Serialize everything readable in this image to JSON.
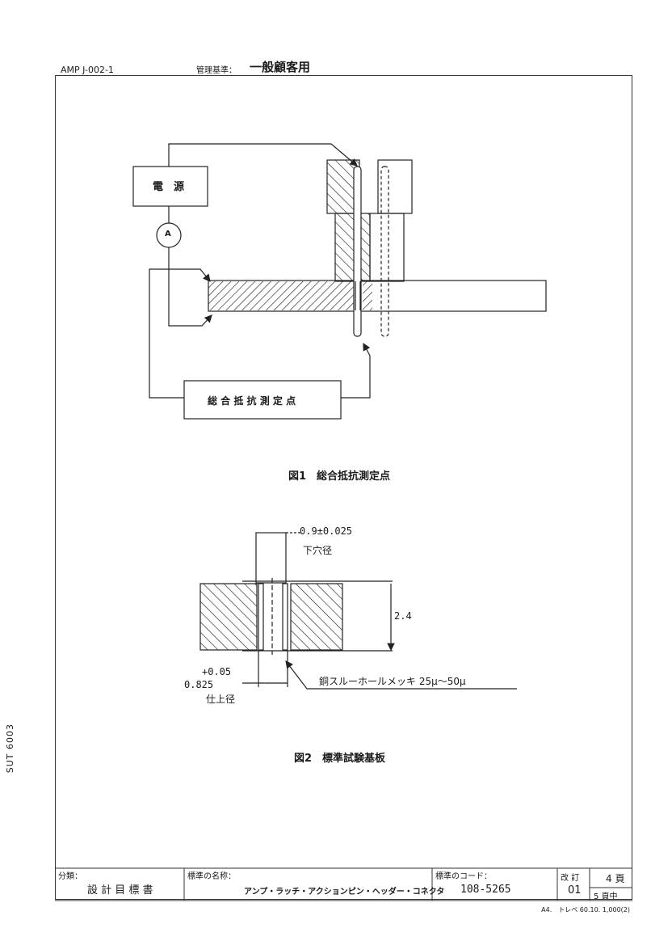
{
  "header": {
    "doc_code": "AMP J-002-1",
    "mgmt_label": "管理基準：",
    "mgmt_value": "一般顧客用"
  },
  "figure1": {
    "power_source": "電　源",
    "ammeter": "A",
    "measure_point": "総 合 抵 抗 測 定 点",
    "caption": "図1　総合抵抗測定点"
  },
  "figure2": {
    "hole_dim": "0.9±0.025",
    "hole_label": "下穴径",
    "thickness": "2.4",
    "tol": "+0.05",
    "finish_dim": "0.825",
    "finish_label": "仕上径",
    "plating": "銅スルーホールメッキ 25μ～50μ",
    "caption": "図2　標準試験基板"
  },
  "side_mark": "SUT 6003",
  "footer": {
    "category_label": "分類：",
    "category_value": "設 計 目 標 書",
    "name_label": "標準の名称：",
    "name_value": "アンプ・ラッチ・アクションピン・ヘッダー・コネクタ",
    "code_label": "標準のコード：",
    "code_value": "108-5265",
    "rev_label": "改 訂",
    "rev_value": "01",
    "page_current": "4 頁",
    "page_total": "5 頁中"
  },
  "bottom_note": "A4.　トレペ 60.10. 1,000(2)"
}
